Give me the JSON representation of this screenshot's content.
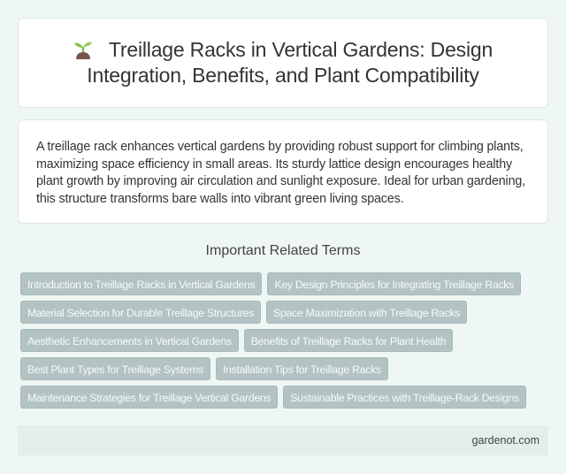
{
  "header": {
    "icon": "seedling-icon",
    "title": "Treillage Racks in Vertical Gardens: Design Integration, Benefits, and Plant Compatibility"
  },
  "description": "A treillage rack enhances vertical gardens by providing robust support for climbing plants, maximizing space efficiency in small areas. Its sturdy lattice design encourages healthy plant growth by improving air circulation and sunlight exposure. Ideal for urban gardening, this structure transforms bare walls into vibrant green living spaces.",
  "related": {
    "heading": "Important Related Terms",
    "terms": [
      "Introduction to Treillage Racks in Vertical Gardens",
      "Key Design Principles for Integrating Treillage Racks",
      "Material Selection for Durable Treillage Structures",
      "Space Maximization with Treillage Racks",
      "Aesthetic Enhancements in Vertical Gardens",
      "Benefits of Treillage Racks for Plant Health",
      "Best Plant Types for Treillage Systems",
      "Installation Tips for Treillage Racks",
      "Maintenance Strategies for Treillage Vertical Gardens",
      "Sustainable Practices with Treillage-Rack Designs"
    ]
  },
  "footer": {
    "site": "gardenot.com"
  },
  "colors": {
    "background": "#eff7f4",
    "tag_bg": "#b3c3c3",
    "tag_text": "#f7fafa",
    "footer_bg": "#e3eeea"
  }
}
